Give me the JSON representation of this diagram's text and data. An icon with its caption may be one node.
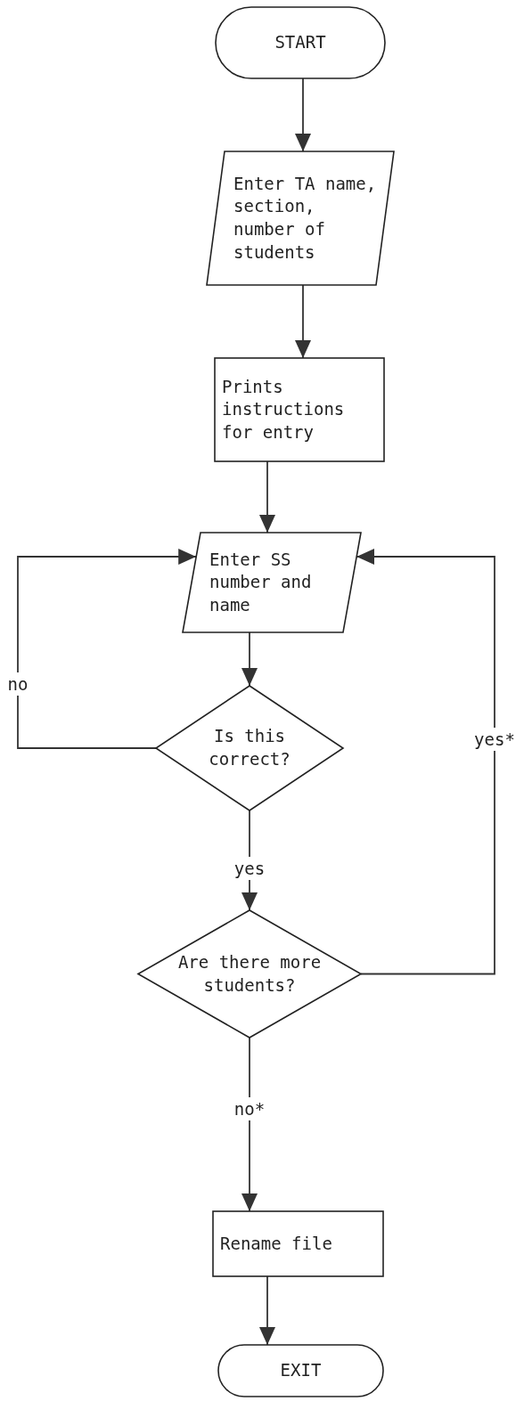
{
  "diagram": {
    "nodes": [
      {
        "text": [
          "START"
        ]
      },
      {
        "text": [
          "Enter TA name, section, number of students"
        ]
      },
      {
        "text": [
          "Prints instructions for entry"
        ]
      },
      {
        "text": [
          "Enter SS number and name"
        ]
      },
      {
        "text": [
          "Is this correct?"
        ]
      },
      {
        "text": [
          "Are there more students?"
        ]
      },
      {
        "text": [
          "Rename file"
        ]
      },
      {
        "text": [
          "EXIT"
        ]
      }
    ],
    "edges": [
      {
        "from": 0,
        "to": 1,
        "arrow": "to"
      },
      {
        "from": 1,
        "to": 2,
        "arrow": "to"
      },
      {
        "from": 2,
        "to": 3,
        "arrow": "to"
      },
      {
        "from": 3,
        "to": 4,
        "arrow": "to"
      },
      {
        "from": 4,
        "to": 3,
        "arrow": "to",
        "label": "no"
      },
      {
        "from": 4,
        "to": 5,
        "arrow": "to",
        "label": "yes"
      },
      {
        "from": 5,
        "to": 3,
        "arrow": "to",
        "label": "yes*"
      },
      {
        "from": 5,
        "to": 6,
        "arrow": "to",
        "label": "no*"
      },
      {
        "from": 6,
        "to": 7,
        "arrow": "to"
      }
    ]
  }
}
